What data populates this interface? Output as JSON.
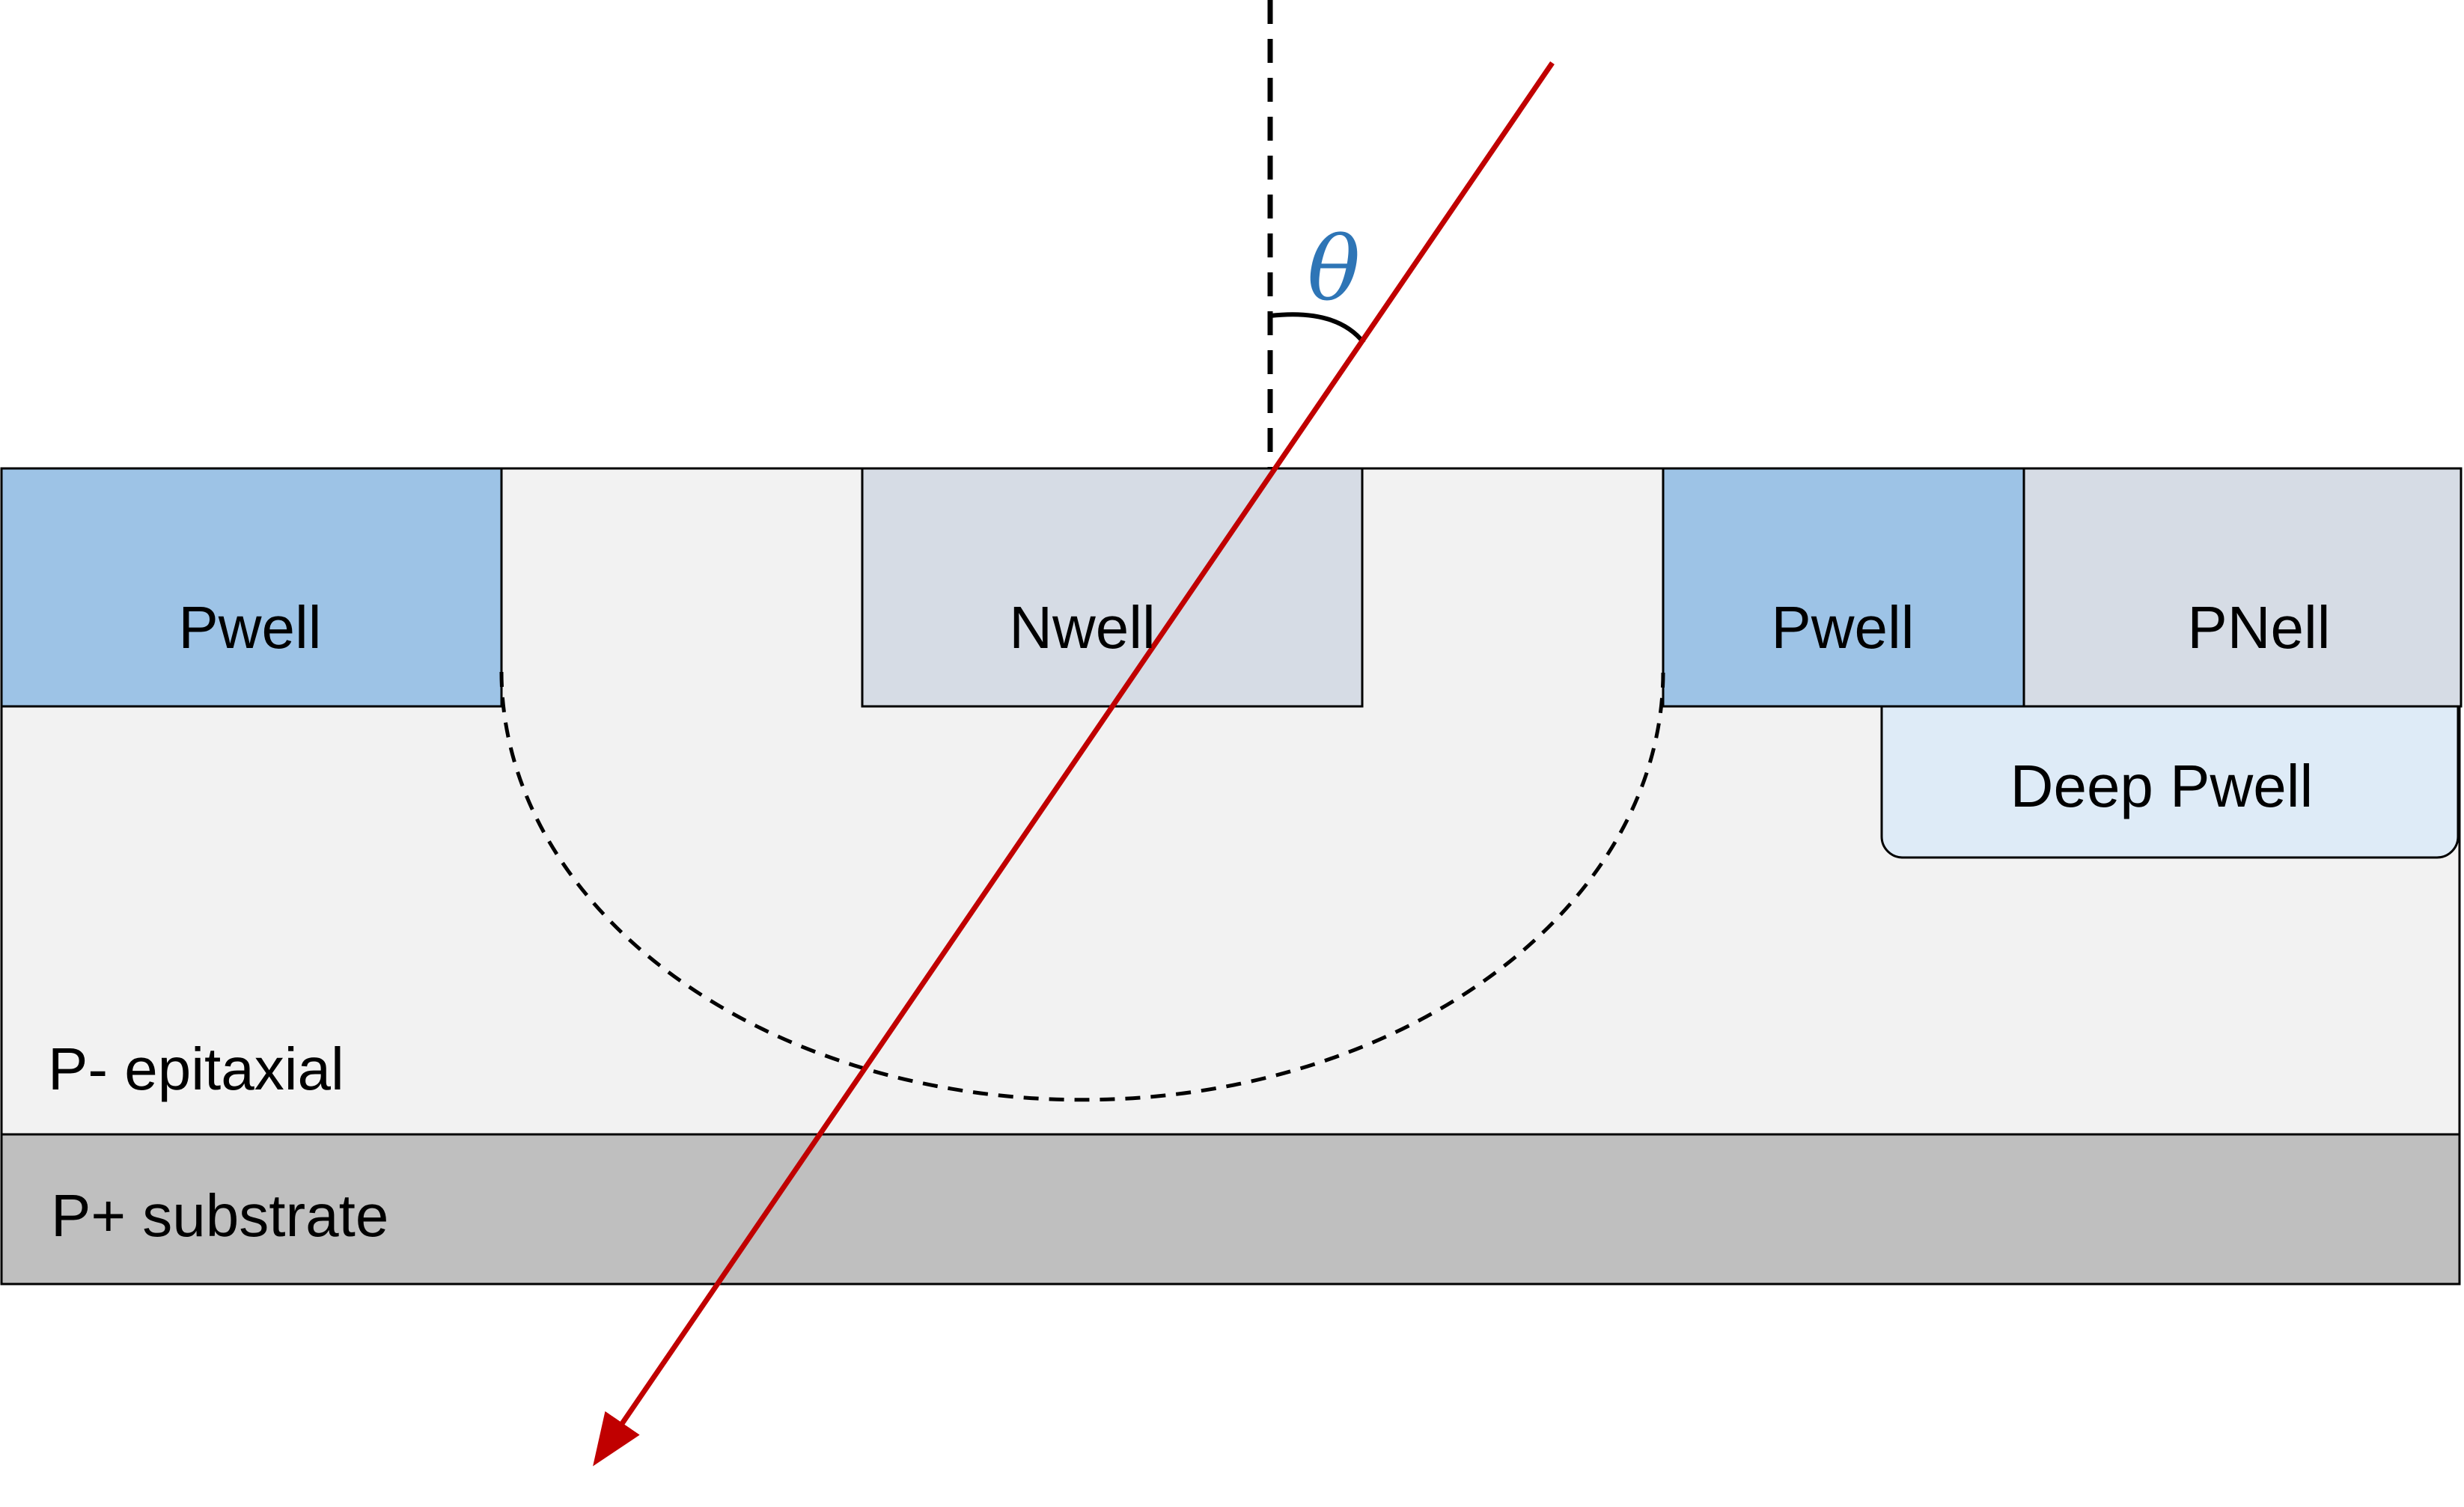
{
  "colors": {
    "pwell": "#9dc3e6",
    "nwell": "#d6dce5",
    "pnell": "#d6dce5",
    "deep_pwell": "#deebf7",
    "epitaxial": "#f2f2f2",
    "substrate": "#bfbfbf",
    "particle_track": "#c00000",
    "angle_symbol": "#2e75b6",
    "outline": "#000000"
  },
  "labels": {
    "pwell_left": "Pwell",
    "nwell": "Nwell",
    "pwell_right": "Pwell",
    "pnell": "PNell",
    "deep_pwell": "Deep Pwell",
    "epitaxial": "P- epitaxial",
    "substrate": "P+ substrate",
    "angle": "θ"
  },
  "icons": {
    "track_arrowhead": "arrowhead-icon"
  }
}
